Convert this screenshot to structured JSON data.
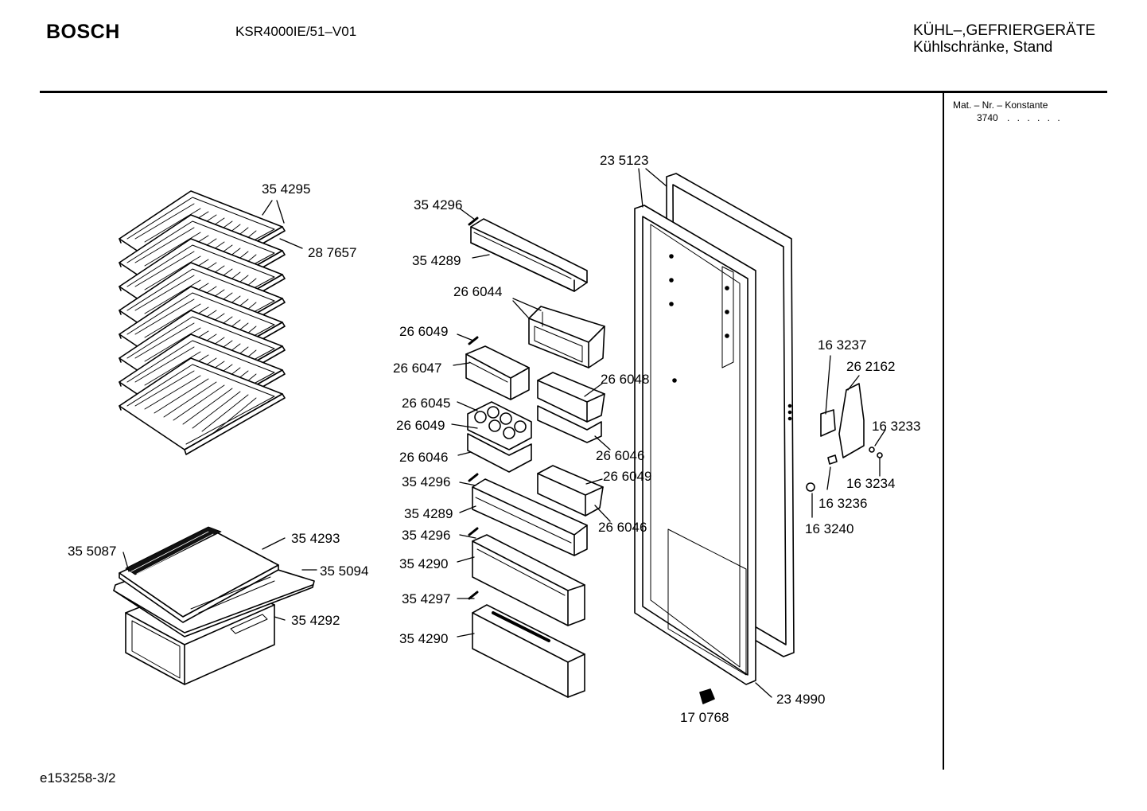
{
  "header": {
    "brand": "BOSCH",
    "model": "KSR4000IE/51–V01",
    "category_line1": "KÜHL–,GEFRIERGERÄTE",
    "category_line2": "Kühlschränke, Stand"
  },
  "sidebar": {
    "mat_label": "Mat. – Nr. – Konstante",
    "mat_value": "3740",
    "mat_dots": ". . . . . ."
  },
  "footer": {
    "drawing_id": "e153258-3/2"
  },
  "parts": {
    "p354295": "35 4295",
    "p287657": "28 7657",
    "p354296a": "35 4296",
    "p354289a": "35 4289",
    "p266044": "26 6044",
    "p266049a": "26 6049",
    "p266047": "26 6047",
    "p266045": "26 6045",
    "p266049b": "26 6049",
    "p266046a": "26 6046",
    "p354296b": "35 4296",
    "p354289b": "35 4289",
    "p354296c": "35 4296",
    "p354290a": "35 4290",
    "p354297": "35 4297",
    "p354290b": "35 4290",
    "p235123": "23 5123",
    "p266048": "26 6048",
    "p266046b": "26 6046",
    "p266049c": "26 6049",
    "p266046c": "26 6046",
    "p163237": "16 3237",
    "p262162": "26 2162",
    "p163233": "16 3233",
    "p163234": "16 3234",
    "p163236": "16 3236",
    "p163240": "16 3240",
    "p234990": "23 4990",
    "p170768": "17 0768",
    "p355087": "35 5087",
    "p354293": "35 4293",
    "p355094": "35 5094",
    "p354292": "35 4292"
  }
}
